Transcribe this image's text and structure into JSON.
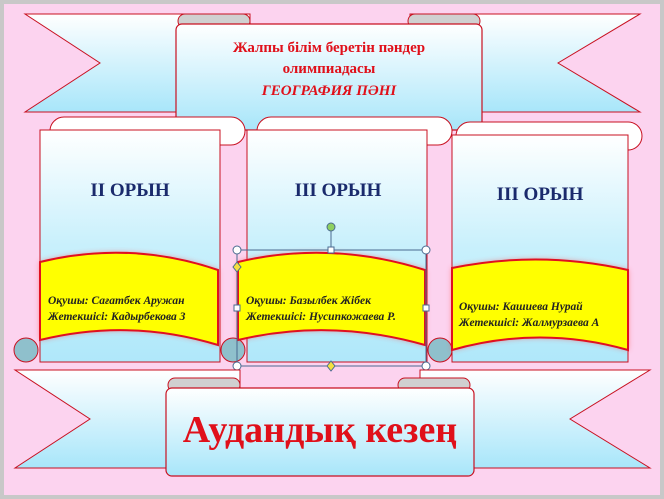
{
  "header": {
    "line1": "Жалпы  білім беретін пәндер",
    "line2": "олимпиадасы",
    "line3": "ГЕОГРАФИЯ   ПӘНІ"
  },
  "places": [
    {
      "title": "ІІ ОРЫН",
      "student": "Оқушы: Сағатбек Аружан",
      "teacher": "Жетекшісі: Кадырбекова З"
    },
    {
      "title": "ІІІ ОРЫН",
      "student": "Оқушы: Базылбек Жібек",
      "teacher": "Жетекшісі: Нусипкожаева Р."
    },
    {
      "title": "ІІІ ОРЫН",
      "student": "Оқушы: Кашиева Нурай",
      "teacher": "Жетекшісі: Жалмурзаева А"
    }
  ],
  "footer": {
    "title": "Аудандық кезең"
  },
  "colors": {
    "background": "#fcd3ef",
    "ribbon": "#bdeefc",
    "wave": "#ffff00",
    "outline": "#e01020",
    "accent_text": "#e0101a"
  }
}
